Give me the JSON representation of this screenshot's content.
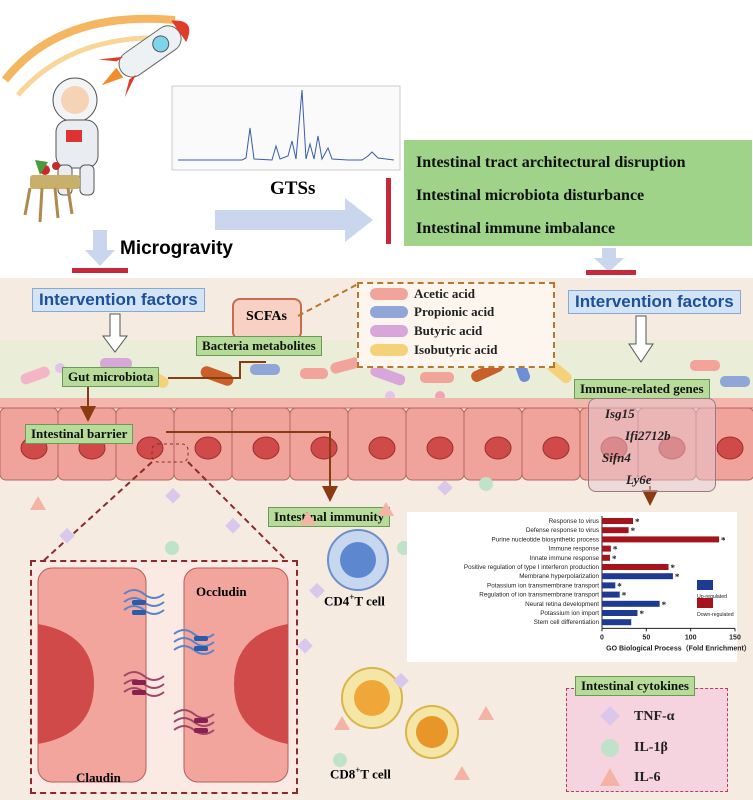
{
  "top": {
    "gtss_label": "GTSs",
    "microgravity_label": "Microgravity",
    "effects": [
      "Intestinal tract architectural disruption",
      "Intestinal microbiota disturbance",
      "Intestinal immune imbalance"
    ]
  },
  "intervention_left": "Intervention factors",
  "intervention_right": "Intervention factors",
  "scfa": {
    "label": "SCFAs",
    "legend": [
      {
        "name": "Acetic acid",
        "color": "#f3a49a"
      },
      {
        "name": "Propionic acid",
        "color": "#8fa6d6"
      },
      {
        "name": "Butyric acid",
        "color": "#d8a6d8"
      },
      {
        "name": "Isobutyric acid",
        "color": "#f4d27a"
      }
    ]
  },
  "nodes": {
    "bacteria_metabolites": "Bacteria metabolites",
    "gut_microbiota": "Gut microbiota",
    "intestinal_barrier": "Intestinal barrier",
    "intestinal_immunity": "Intestinal immunity",
    "immune_genes": "Immune-related genes",
    "intestinal_cytokines": "Intestinal cytokines"
  },
  "genes": [
    "Isg15",
    "Ifi2712b",
    "Sifn4",
    "Ly6e"
  ],
  "junction": {
    "occludin": "Occludin",
    "claudin": "Claudin"
  },
  "cells": {
    "cd4_main": "CD4",
    "cd4_sup": "+",
    "cd4_tail": "T cell",
    "cd8_main": "CD8",
    "cd8_sup": "+",
    "cd8_tail": "T cell"
  },
  "cytokines": [
    {
      "name": "TNF-α",
      "shape": "diamond",
      "color": "#d9c8ec"
    },
    {
      "name": "IL-1β",
      "shape": "circle",
      "color": "#bfe3c8"
    },
    {
      "name": "IL-6",
      "shape": "triangle",
      "color": "#f4b3a4"
    }
  ],
  "chart_data": {
    "type": "bar",
    "xlabel": "GO Biological Process（Fold Enrichment）",
    "xlim": [
      0,
      150
    ],
    "xticks": [
      "0",
      "50",
      "100",
      "150"
    ],
    "legend": [
      {
        "name": "Up-regulated",
        "color": "#1f3a93"
      },
      {
        "name": "Down-regulated",
        "color": "#a5141c"
      }
    ],
    "categories": [
      "Response to virus",
      "Defense response to virus",
      "Purine nucleotide biosynthetic process",
      "Immune response",
      "Innate immune response",
      "Positive regulation of type I interferon production",
      "Membrane hyperpolarization",
      "Potassium ion transmembrane transport",
      "Regulation of ion transmembrane transport",
      "Neural retina development",
      "Potassium ion import",
      "Stem cell differentiation"
    ],
    "values": [
      35,
      30,
      132,
      10,
      9,
      75,
      80,
      15,
      20,
      65,
      40,
      33
    ],
    "direction": [
      "down",
      "down",
      "down",
      "down",
      "down",
      "down",
      "up",
      "up",
      "up",
      "up",
      "up",
      "up"
    ],
    "significant": [
      true,
      true,
      true,
      true,
      true,
      true,
      true,
      true,
      true,
      true,
      true,
      false
    ],
    "star": "*"
  }
}
